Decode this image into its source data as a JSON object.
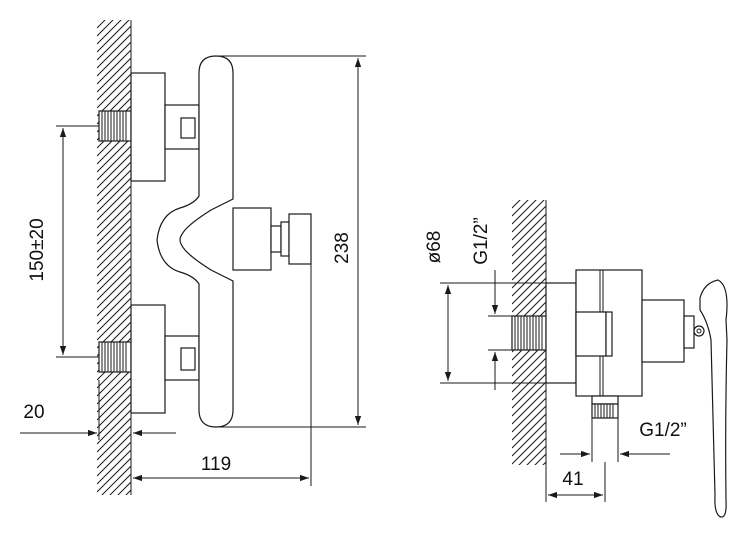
{
  "dimensions": {
    "spacing": "150±20",
    "wall_gap": "20",
    "total_width": "119",
    "height": "238",
    "diameter": "ø68",
    "inlet_thread": "G1/2”",
    "outlet_thread": "G1/2”",
    "depth": "41"
  }
}
